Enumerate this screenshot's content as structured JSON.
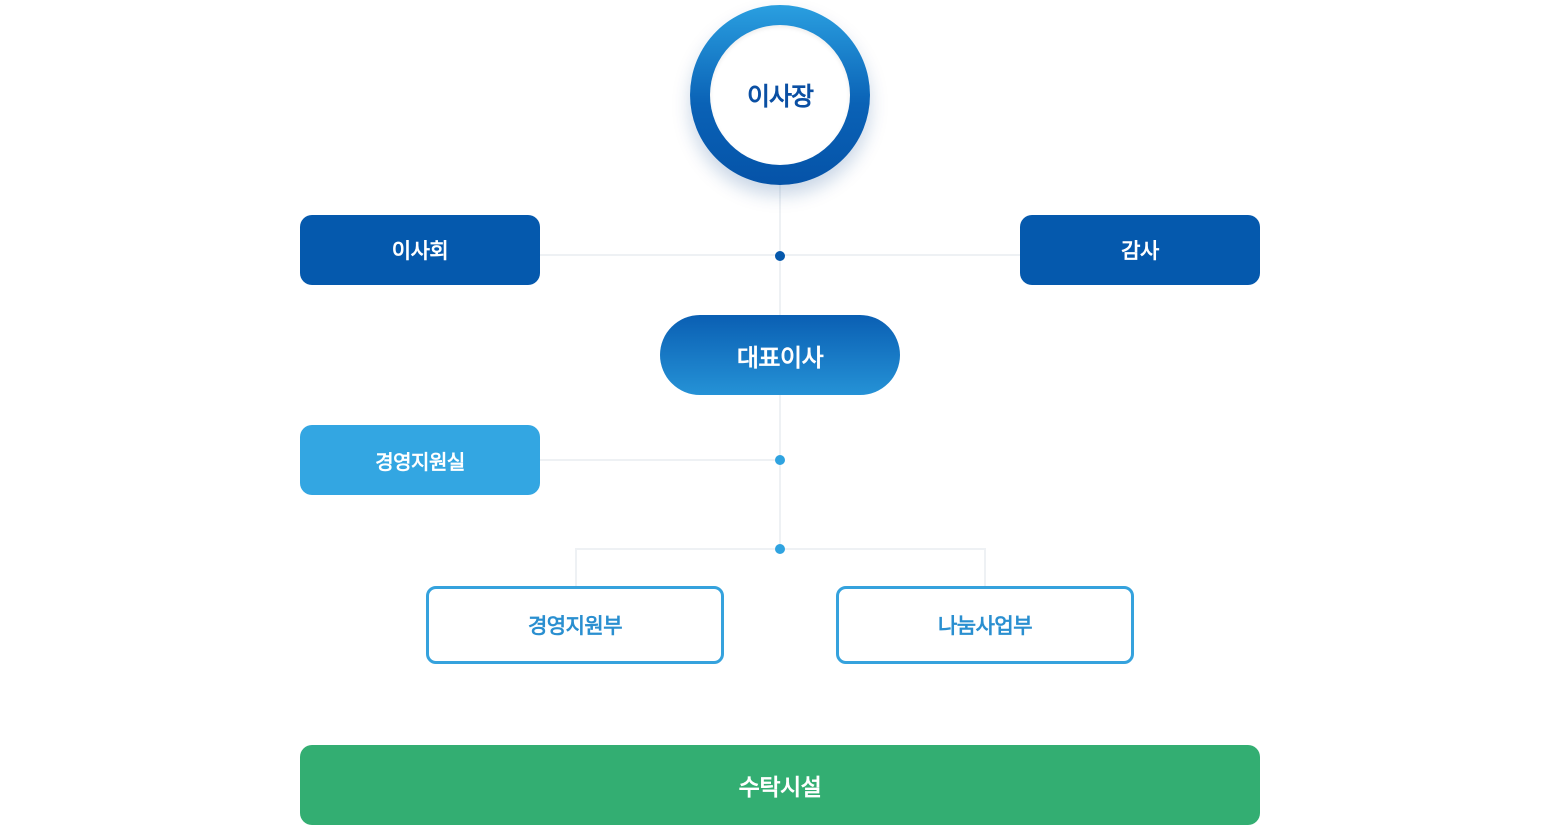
{
  "chairman": {
    "label": "이사장"
  },
  "board": {
    "label": "이사회"
  },
  "auditor": {
    "label": "감사"
  },
  "ceo": {
    "label": "대표이사"
  },
  "management_office": {
    "label": "경영지원실"
  },
  "departments": [
    {
      "label": "경영지원부"
    },
    {
      "label": "나눔사업부"
    }
  ],
  "facility": {
    "label": "수탁시설"
  },
  "colors": {
    "primary_dark": "#0559ad",
    "primary_light": "#33a6e2",
    "outline": "#35a2dd",
    "green": "#33ae72"
  }
}
